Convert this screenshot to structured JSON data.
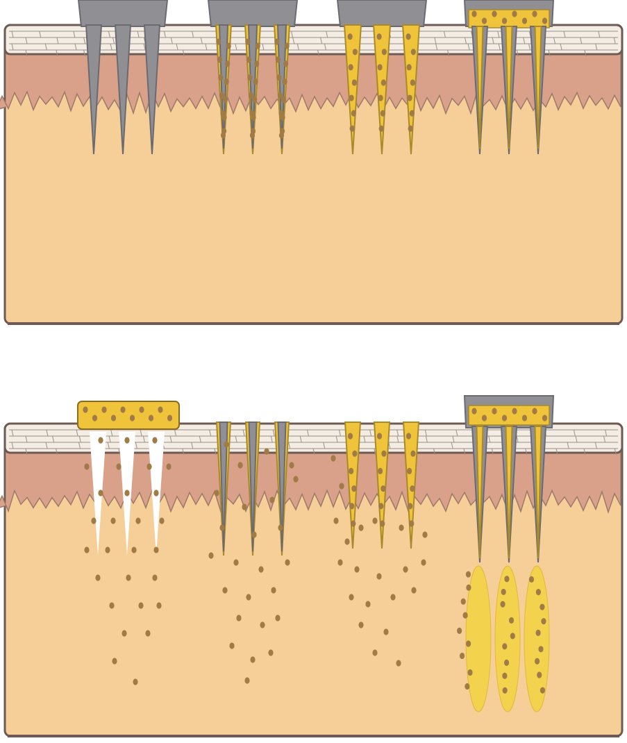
{
  "colors": {
    "background": "#ffffff",
    "stratum_corneum": "#f3ede4",
    "stratum_lines": "#9a9088",
    "epidermis": "#d9a08a",
    "dermis": "#f6cf98",
    "outline": "#6e5a55",
    "needle_metal": "#8f8f94",
    "needle_metal_dark": "#6a6a70",
    "drug_coating": "#f0c43a",
    "drug_particle": "#a07b45",
    "drug_depot": "#f3d24e",
    "pore": "#ffffff"
  },
  "panels": [
    {
      "stage": "before-application",
      "methods": [
        {
          "id": "solid",
          "needle": "metal",
          "drug": "none"
        },
        {
          "id": "coated",
          "needle": "metal",
          "drug": "coating"
        },
        {
          "id": "dissolving",
          "needle": "drug-matrix",
          "drug": "embedded"
        },
        {
          "id": "hollow",
          "needle": "hollow-metal",
          "drug": "reservoir"
        }
      ]
    },
    {
      "stage": "after-application",
      "methods": [
        {
          "id": "solid",
          "needle": "removed-pores",
          "drug": "patch-diffusion"
        },
        {
          "id": "coated",
          "needle": "metal",
          "drug": "released-coating"
        },
        {
          "id": "dissolving",
          "needle": "dissolving",
          "drug": "released-matrix"
        },
        {
          "id": "hollow",
          "needle": "hollow-metal",
          "drug": "injected-depot"
        }
      ]
    }
  ]
}
